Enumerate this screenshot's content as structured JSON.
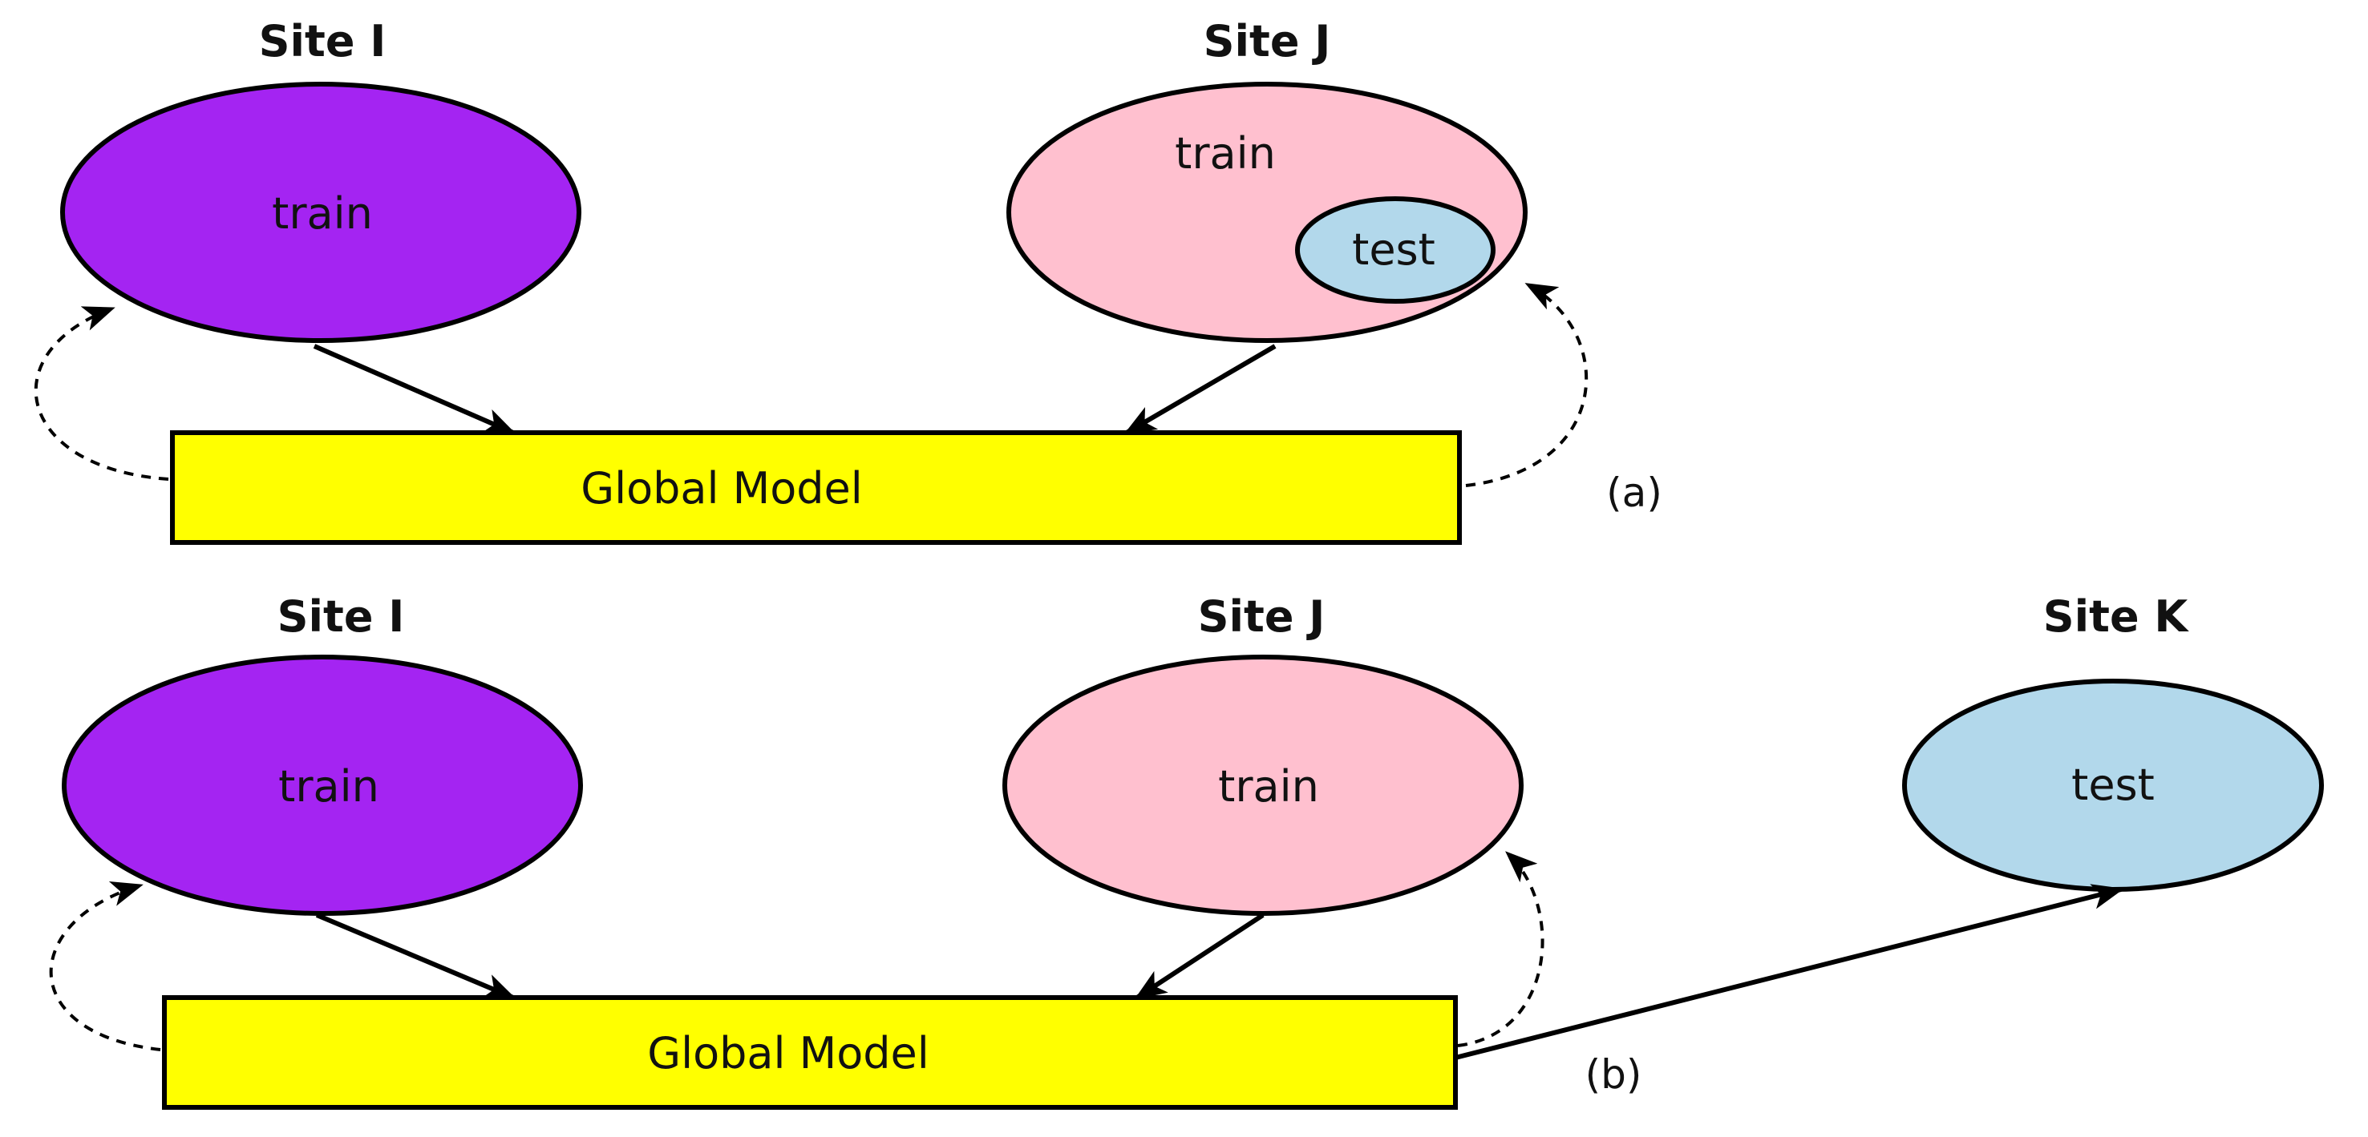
{
  "colors": {
    "site_i": "#a424f2",
    "site_j": "#ffc0cf",
    "test": "#b2d8eb",
    "global_model": "#ffff00"
  },
  "panel_a": {
    "site_i": {
      "title": "Site I",
      "label": "train"
    },
    "site_j": {
      "title": "Site J",
      "label": "train",
      "test_label": "test"
    },
    "global_model": "Global Model",
    "tag": "(a)"
  },
  "panel_b": {
    "site_i": {
      "title": "Site I",
      "label": "train"
    },
    "site_j": {
      "title": "Site J",
      "label": "train"
    },
    "site_k": {
      "title": "Site K",
      "label": "test"
    },
    "global_model": "Global Model",
    "tag": "(b)"
  }
}
